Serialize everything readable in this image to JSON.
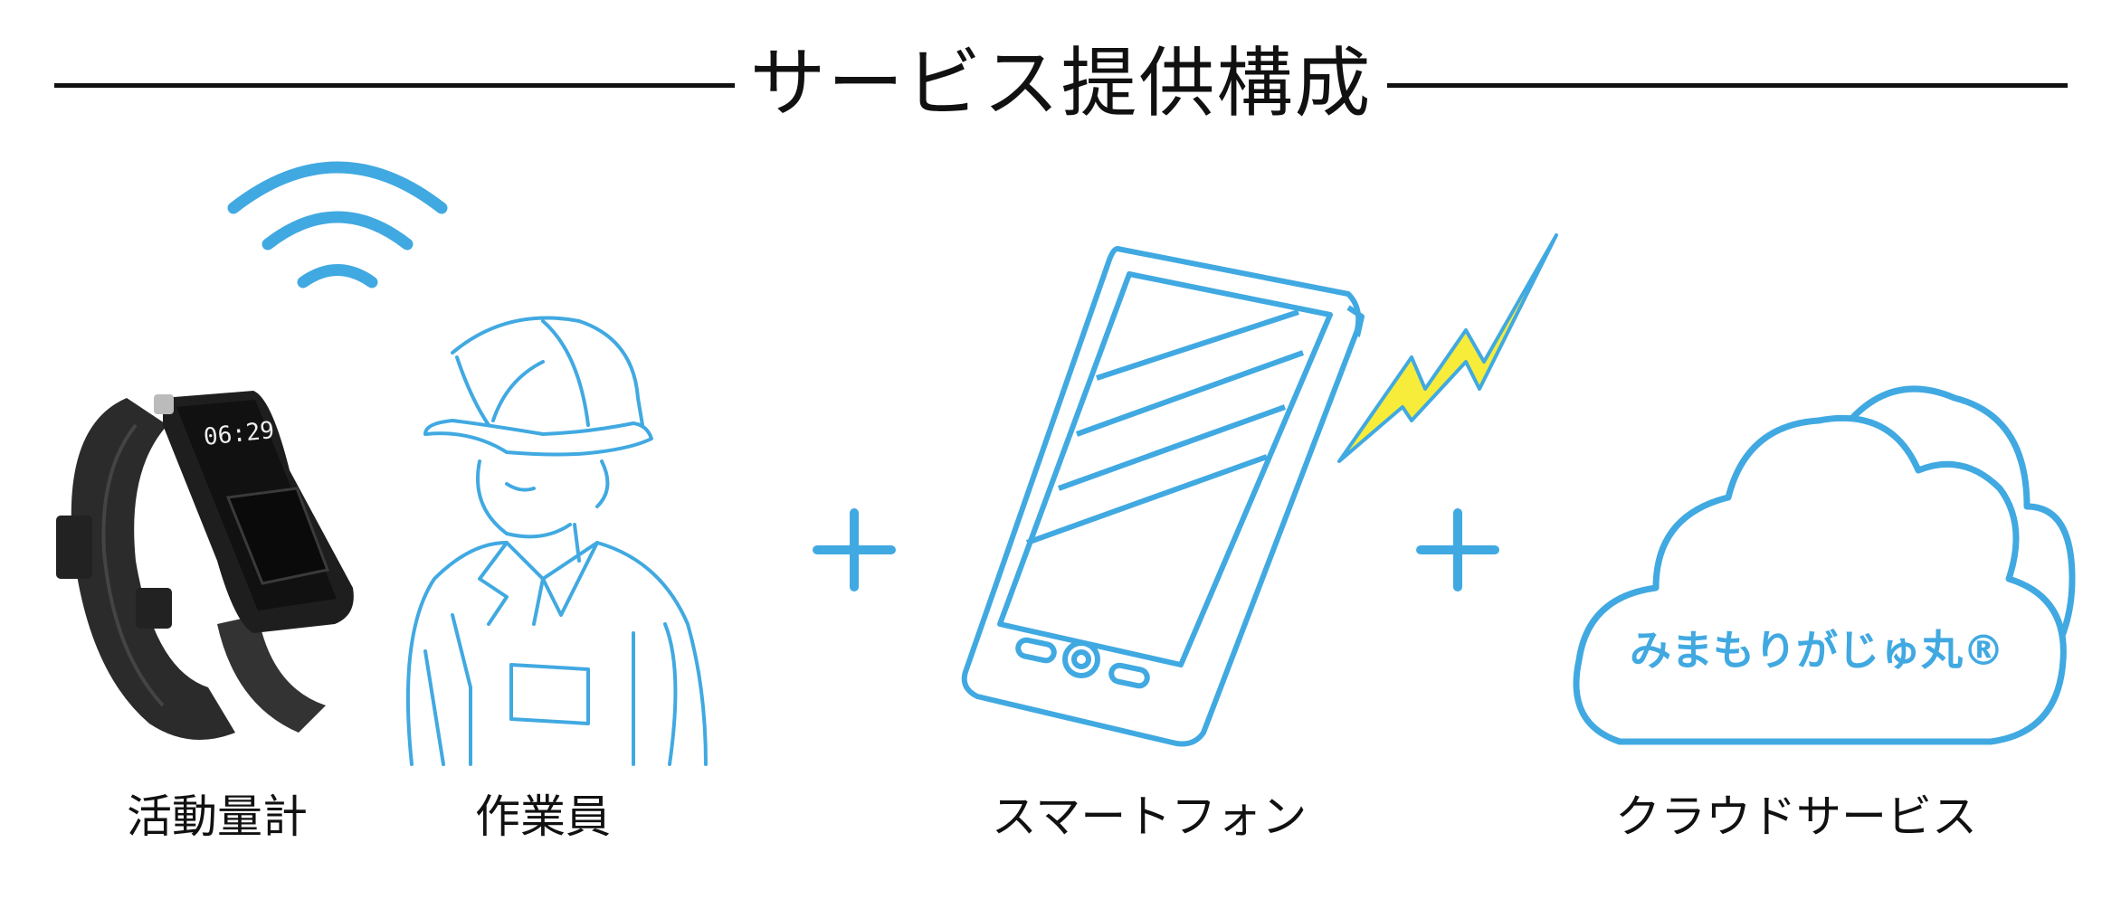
{
  "header": {
    "title": "サービス提供構成"
  },
  "components": {
    "band": {
      "caption": "活動量計",
      "display_text": "06:29"
    },
    "worker": {
      "caption": "作業員"
    },
    "phone": {
      "caption": "スマートフォン"
    },
    "cloud": {
      "caption": "クラウドサービス",
      "label": "みまもりがじゅ丸®"
    },
    "plus_sign": "+"
  },
  "colors": {
    "accent_blue": "#41a9e1",
    "bolt_yellow": "#f7ec3a",
    "text": "#111111",
    "device_dark": "#2b2b2b"
  }
}
